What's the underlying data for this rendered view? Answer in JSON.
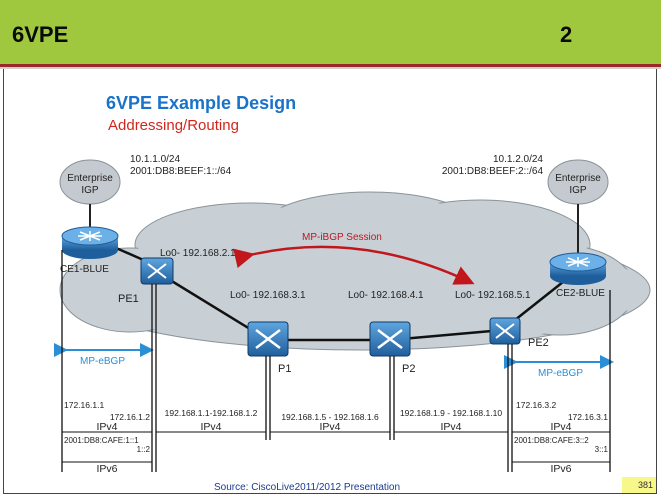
{
  "slide": {
    "title": "6VPE",
    "number": "2",
    "source": "Source: CiscoLive2011/2012 Presentation",
    "page": "381"
  },
  "diagram": {
    "heading": "6VPE Example Design",
    "subheading": "Addressing/Routing",
    "colors": {
      "heading": "#1a73c9",
      "subheading": "#d4251c",
      "session": "#c0161c",
      "ebgp": "#2a8fd6",
      "cloud": "#c8d0d6",
      "title_bar": "#9fc83e"
    },
    "enterprise_left": {
      "line1": "Enterprise",
      "line2": "IGP"
    },
    "enterprise_right": {
      "line1": "Enterprise",
      "line2": "IGP"
    },
    "net_left": {
      "ipv4": "10.1.1.0/24",
      "ipv6": "2001:DB8:BEEF:1::/64"
    },
    "net_right": {
      "ipv4": "10.1.2.0/24",
      "ipv6": "2001:DB8:BEEF:2::/64"
    },
    "session_label": "MP-iBGP Session",
    "loopbacks": {
      "pe1": "Lo0- 192.168.2.1",
      "p1": "Lo0- 192.168.3.1",
      "p2": "Lo0- 192.168.4.1",
      "pe2": "Lo0- 192.168.5.1"
    },
    "nodes": {
      "ce1": "CE1-BLUE",
      "pe1": "PE1",
      "p1": "P1",
      "p2": "P2",
      "pe2": "PE2",
      "ce2": "CE2-BLUE"
    },
    "ebgp_left": "MP-eBGP",
    "ebgp_right": "MP-eBGP",
    "links": {
      "ce1_pe1": {
        "a": "172.16.1.1",
        "b": "172.16.1.2",
        "proto": "IPv4",
        "v6": "2001:DB8:CAFE:1::1",
        "v6b": "1::2",
        "v6proto": "IPv6"
      },
      "pe1_p1": {
        "range": "192.168.1.1-192.168.1.2",
        "proto": "IPv4"
      },
      "p1_p2": {
        "range": "192.168.1.5 - 192.168.1.6",
        "proto": "IPv4"
      },
      "p2_pe2": {
        "range": "192.168.1.9 - 192.168.1.10",
        "proto": "IPv4"
      },
      "pe2_ce2": {
        "a": "172.16.3.2",
        "b": "172.16.3.1",
        "proto": "IPv4",
        "v6": "2001:DB8:CAFE:3::2",
        "v6b": "3::1",
        "v6proto": "IPv6"
      }
    }
  }
}
